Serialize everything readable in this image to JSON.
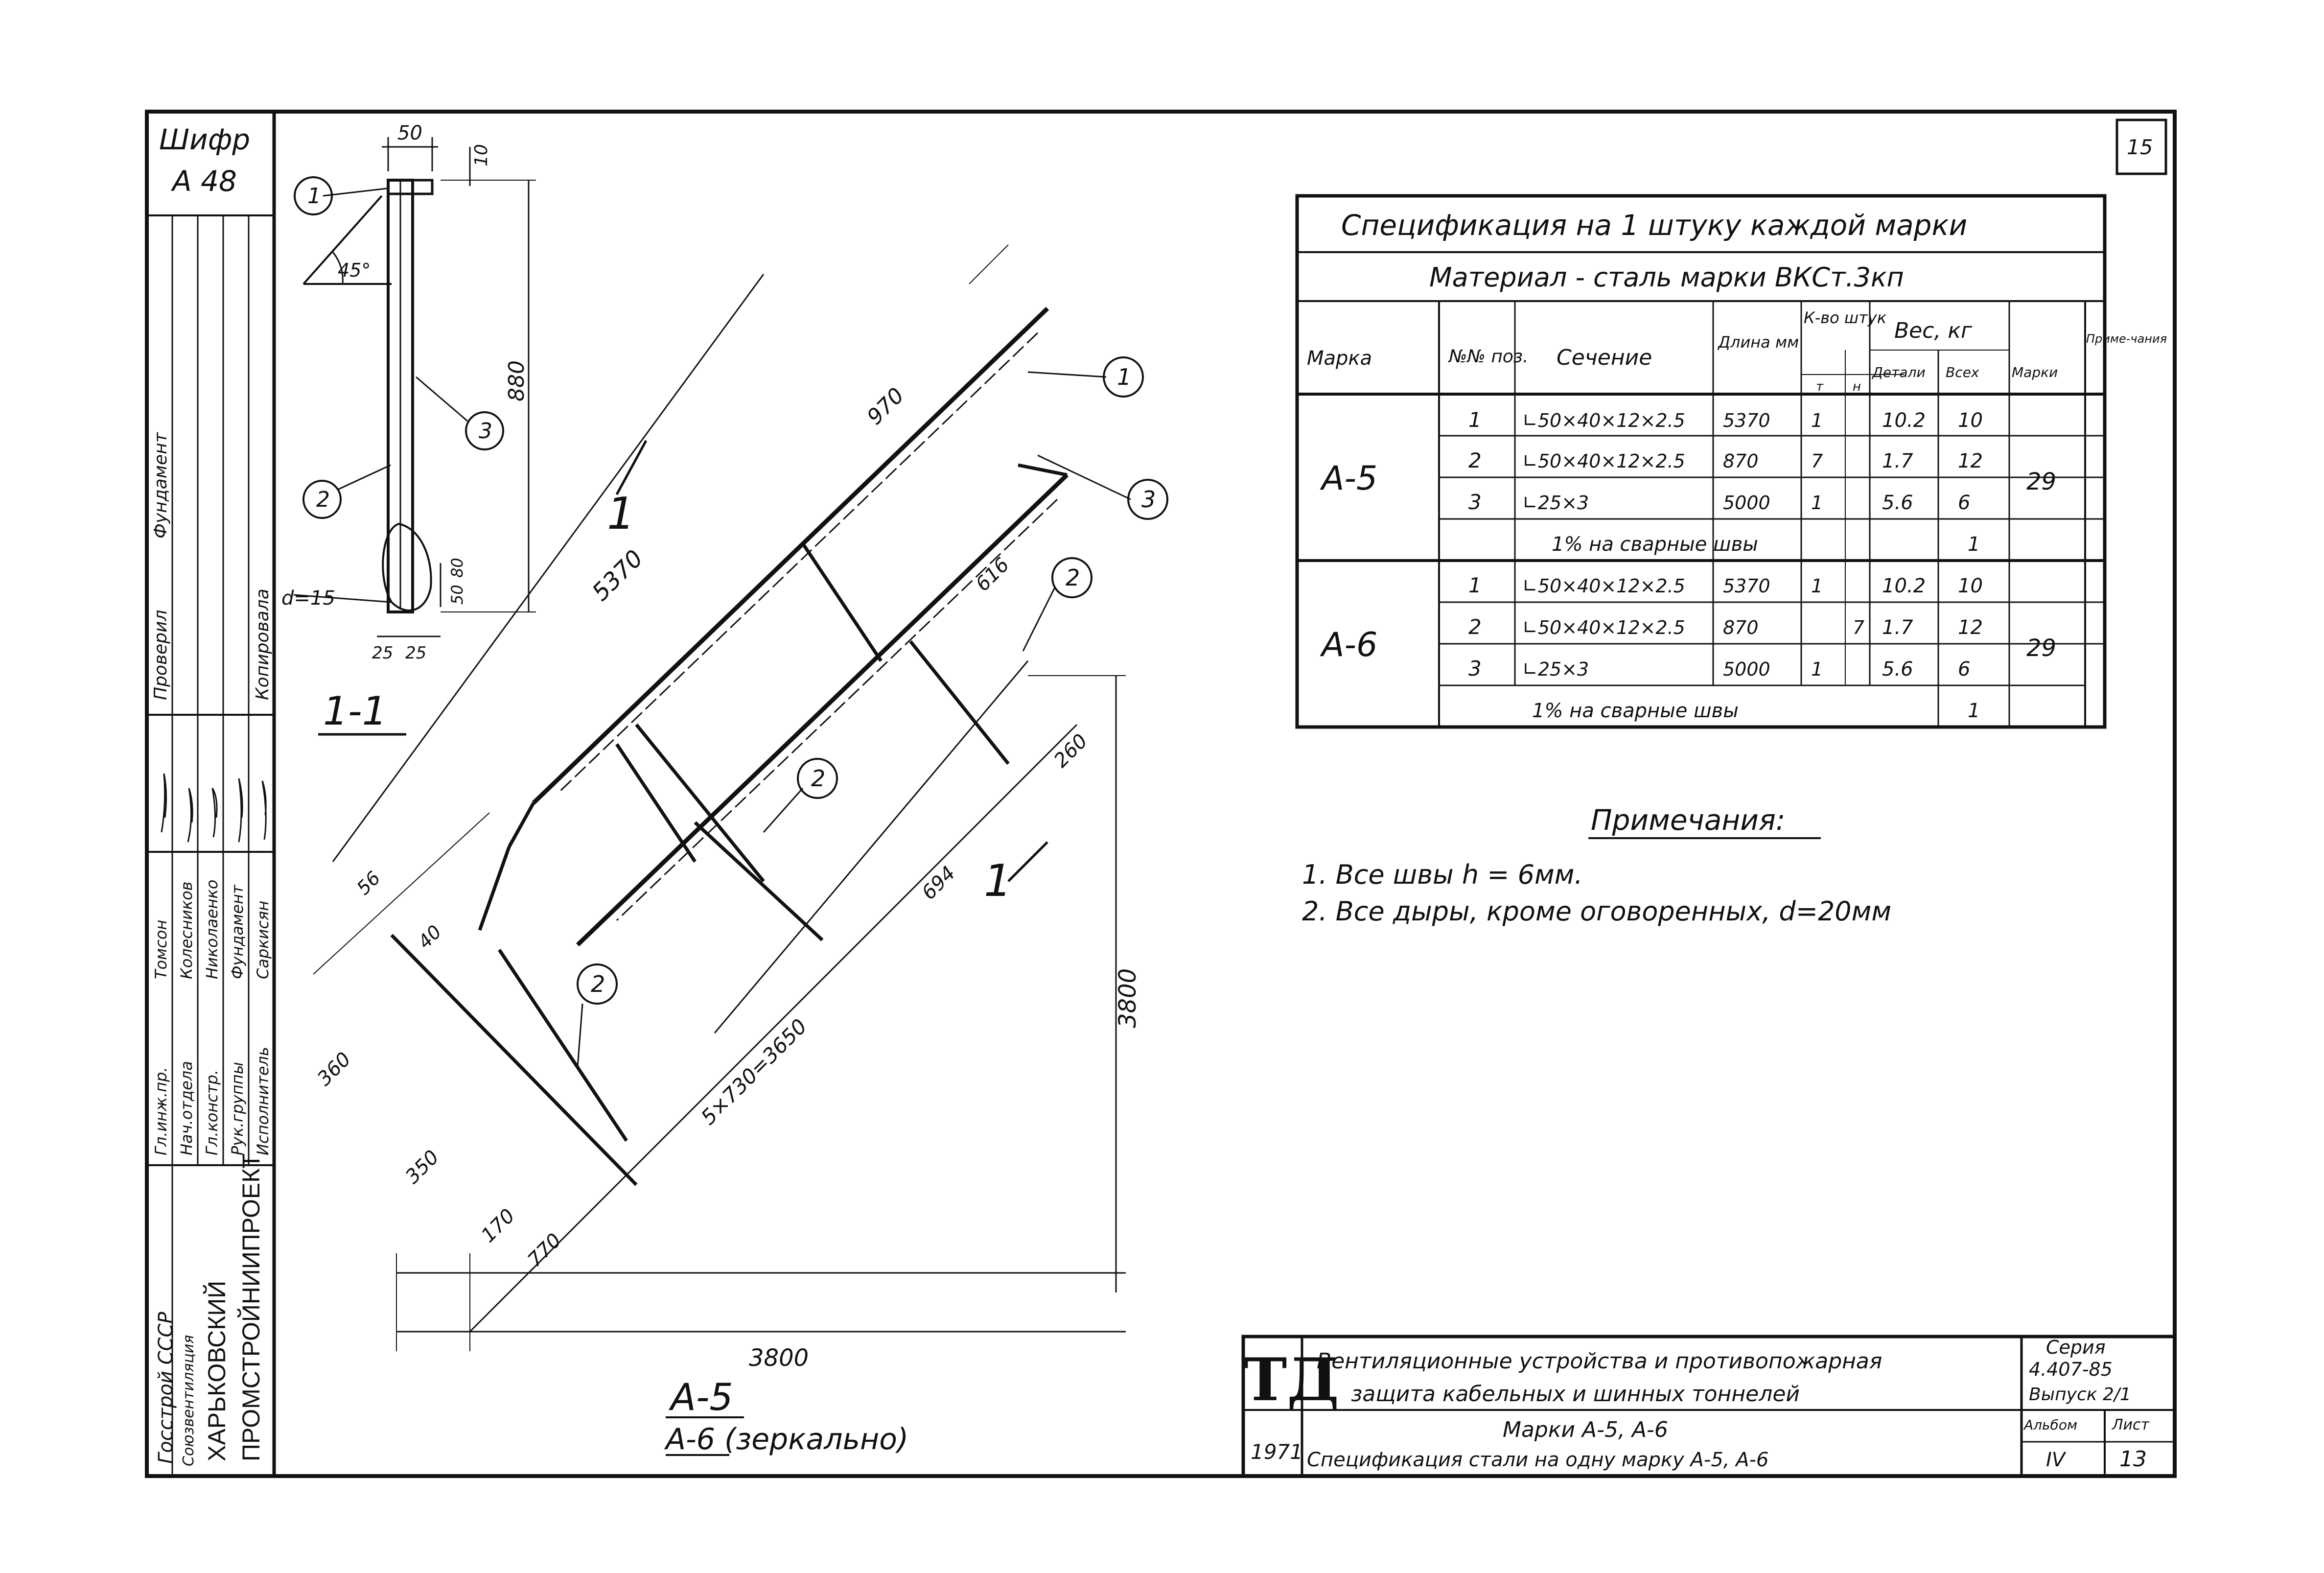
{
  "sheet_number": "15",
  "cipher": {
    "label": "Шифр",
    "value": "А 48"
  },
  "spec_table": {
    "title": "Спецификация на 1 штуку каждой марки",
    "material": "Материал - сталь марки ВКСт.3кп",
    "headers": {
      "mark": "Марка",
      "pos": "№№ поз.",
      "section": "Сечение",
      "length": "Длина мм",
      "qty": "К-во штук",
      "qty_t": "т",
      "qty_n": "н",
      "weight": "Вес, кг",
      "weight_part": "Детали",
      "weight_all": "Всех",
      "weight_mark": "Марки",
      "note": "Приме-чания"
    },
    "groups": [
      {
        "mark": "А-5",
        "mark_weight": "29",
        "rows": [
          {
            "pos": "1",
            "section": "∟50×40×12×2.5",
            "length": "5370",
            "qty_t": "1",
            "qty_n": "",
            "w_part": "10.2",
            "w_all": "10"
          },
          {
            "pos": "2",
            "section": "∟50×40×12×2.5",
            "length": "870",
            "qty_t": "7",
            "qty_n": "",
            "w_part": "1.7",
            "w_all": "12"
          },
          {
            "pos": "3",
            "section": "∟25×3",
            "length": "5000",
            "qty_t": "1",
            "qty_n": "",
            "w_part": "5.6",
            "w_all": "6"
          }
        ],
        "welds_label": "1% на сварные швы",
        "welds_value": "1"
      },
      {
        "mark": "А-6",
        "mark_weight": "29",
        "rows": [
          {
            "pos": "1",
            "section": "∟50×40×12×2.5",
            "length": "5370",
            "qty_t": "1",
            "qty_n": "",
            "w_part": "10.2",
            "w_all": "10"
          },
          {
            "pos": "2",
            "section": "∟50×40×12×2.5",
            "length": "870",
            "qty_t": "",
            "qty_n": "7",
            "w_part": "1.7",
            "w_all": "12"
          },
          {
            "pos": "3",
            "section": "∟25×3",
            "length": "5000",
            "qty_t": "1",
            "qty_n": "",
            "w_part": "5.6",
            "w_all": "6"
          }
        ],
        "welds_label": "1% на сварные швы",
        "welds_value": "1"
      }
    ]
  },
  "notes": {
    "title": "Примечания:",
    "items": [
      "1. Все швы h = 6мм.",
      "2. Все дыры, кроме оговоренных, d=20мм"
    ]
  },
  "section_view": {
    "label": "1-1",
    "dims": [
      "50",
      "10",
      "880",
      "45°",
      "d=15",
      "50",
      "80",
      "25",
      "25"
    ],
    "callouts": [
      "1",
      "2",
      "3"
    ]
  },
  "main_view": {
    "label_a5": "А-5",
    "label_a6": "А-6 (зеркально)",
    "section_mark": "1",
    "dims": {
      "top_length": "970",
      "diag_length": "5370",
      "d616": "616",
      "d260": "260",
      "d694": "694",
      "d56": "56",
      "d40": "40",
      "d360": "360",
      "d350": "350",
      "d170": "170",
      "d770": "770",
      "spacing": "5×730=3650",
      "height": "3800",
      "width": "3800"
    },
    "callouts": [
      "1",
      "3",
      "2",
      "2",
      "2"
    ]
  },
  "left_stamp": {
    "org1": "Госстрой СССР",
    "org2": "Союзвентиляция",
    "org3": "ХАРЬКОВСКИЙ",
    "org4": "ПРОМСТРОЙНИИПРОЕКТ",
    "roles": [
      "Гл.инж.пр.",
      "Нач.отдела",
      "Гл.констр.",
      "Рук.группы",
      "Исполнитель"
    ],
    "names": [
      "Томсон",
      "Колесников",
      "Николаенко",
      "Фундамент",
      "Саркисян"
    ],
    "top_labels": [
      "Фундамент",
      "Проверил",
      "Копировала"
    ]
  },
  "title_block": {
    "logo": "ТД",
    "year": "1971",
    "line1": "Вентиляционные устройства и противопожарная",
    "line2": "защита кабельных и шинных тоннелей",
    "line3": "Марки А-5, А-6",
    "line4": "Спецификация стали на одну марку А-5, А-6",
    "series_label": "Серия",
    "series_value": "4.407-85",
    "issue": "Выпуск 2/1",
    "album_label": "Альбом",
    "album_value": "IV",
    "sheet_label": "Лист",
    "sheet_value": "13"
  }
}
